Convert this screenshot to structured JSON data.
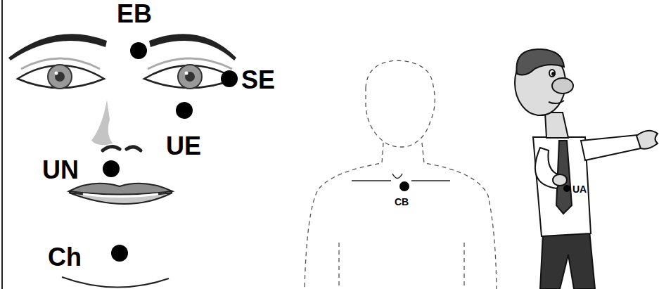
{
  "diagram": {
    "labels": [
      "EB",
      "SE",
      "UE",
      "UN",
      "Ch",
      "CB",
      "UA"
    ]
  }
}
